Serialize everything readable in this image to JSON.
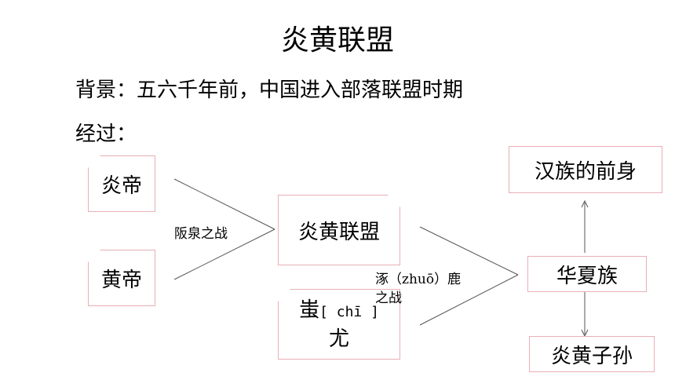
{
  "title": "炎黄联盟",
  "background_line": "背景：五六千年前，中国进入部落联盟时期",
  "process_label": "经过：",
  "nodes": {
    "yandi": "炎帝",
    "huangdi": "黄帝",
    "alliance": "炎黄联盟",
    "chiyou_main": "蚩",
    "chiyou_pinyin": "[ chī ]",
    "chiyou_end": "尤",
    "huaxia": "华夏族",
    "han": "汉族的前身",
    "descendants": "炎黄子孙"
  },
  "battles": {
    "banquan": "阪泉之战",
    "zhuolu_line1": "涿（zhuō）鹿",
    "zhuolu_line2": "之战"
  }
}
